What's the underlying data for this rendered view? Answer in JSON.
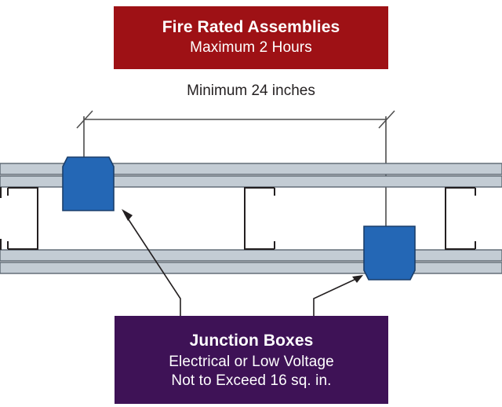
{
  "diagram": {
    "title": "Fire Rated Assemblies junction box spacing detail",
    "colors": {
      "fire_banner_bg": "#9e1115",
      "junction_banner_bg": "#3e1256",
      "banner_text": "#ffffff",
      "track_fill": "#c3ccd4",
      "track_stroke": "#5a6570",
      "box_fill": "#2467b5",
      "box_stroke": "#1b3f6b",
      "line": "#231f20",
      "background": "#ffffff"
    }
  },
  "fire_banner": {
    "title": "Fire Rated Assemblies",
    "subtitle": "Maximum 2 Hours"
  },
  "dimension": {
    "label": "Minimum 24 inches",
    "value": 24,
    "unit": "inches",
    "qualifier": "Minimum"
  },
  "junction_banner": {
    "title": "Junction Boxes",
    "line2": "Electrical or Low Voltage",
    "line3": "Not to Exceed 16 sq. in.",
    "max_area_sq_in": 16
  },
  "assembly": {
    "top_track_label": "top-track",
    "bottom_track_label": "bottom-track",
    "studs": [
      "stud-left",
      "stud-center",
      "stud-right"
    ],
    "boxes": [
      {
        "id": "junction-box-upper",
        "position": "top-track"
      },
      {
        "id": "junction-box-lower",
        "position": "bottom-track"
      }
    ]
  }
}
